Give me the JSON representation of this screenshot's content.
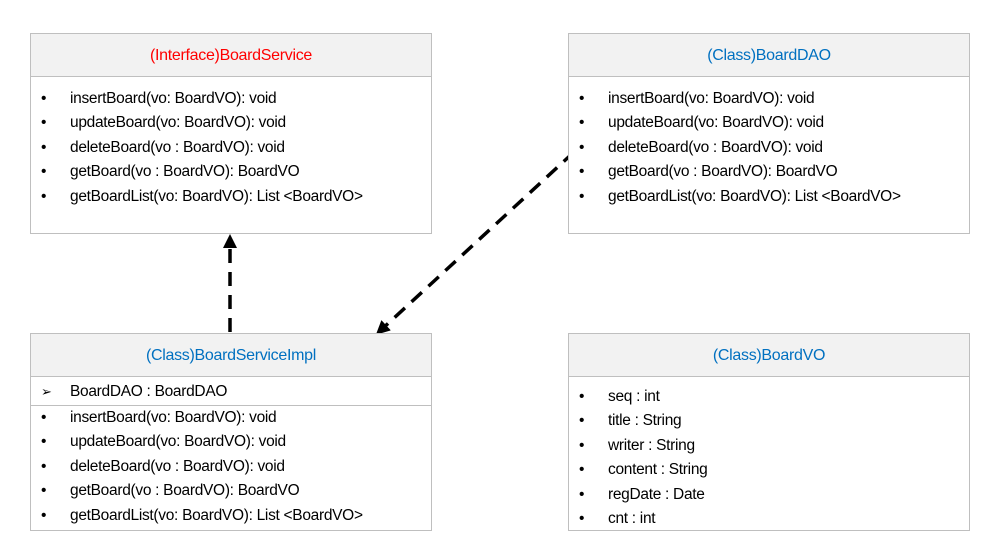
{
  "colors": {
    "interface_title": "#ff0000",
    "class_title": "#0070c0",
    "connector": "#000000"
  },
  "boxes": {
    "board_service": {
      "title": "(Interface)BoardService",
      "methods": [
        "insertBoard(vo: BoardVO): void",
        "updateBoard(vo: BoardVO): void",
        "deleteBoard(vo : BoardVO): void",
        "getBoard(vo : BoardVO): BoardVO",
        "getBoardList(vo: BoardVO): List <BoardVO>"
      ]
    },
    "board_dao": {
      "title": "(Class)BoardDAO",
      "methods": [
        "insertBoard(vo: BoardVO): void",
        "updateBoard(vo: BoardVO): void",
        "deleteBoard(vo : BoardVO): void",
        "getBoard(vo : BoardVO): BoardVO",
        "getBoardList(vo: BoardVO): List <BoardVO>"
      ]
    },
    "board_service_impl": {
      "title": "(Class)BoardServiceImpl",
      "attribute": "BoardDAO : BoardDAO",
      "methods": [
        "insertBoard(vo: BoardVO): void",
        "updateBoard(vo: BoardVO): void",
        "deleteBoard(vo : BoardVO): void",
        "getBoard(vo : BoardVO): BoardVO",
        "getBoardList(vo: BoardVO): List <BoardVO>"
      ]
    },
    "board_vo": {
      "title": "(Class)BoardVO",
      "fields": [
        "seq : int",
        "title : String",
        "writer : String",
        "content : String",
        "regDate : Date",
        "cnt : int"
      ]
    }
  },
  "glyphs": {
    "bullet": "•",
    "attribute_marker": "➢"
  }
}
